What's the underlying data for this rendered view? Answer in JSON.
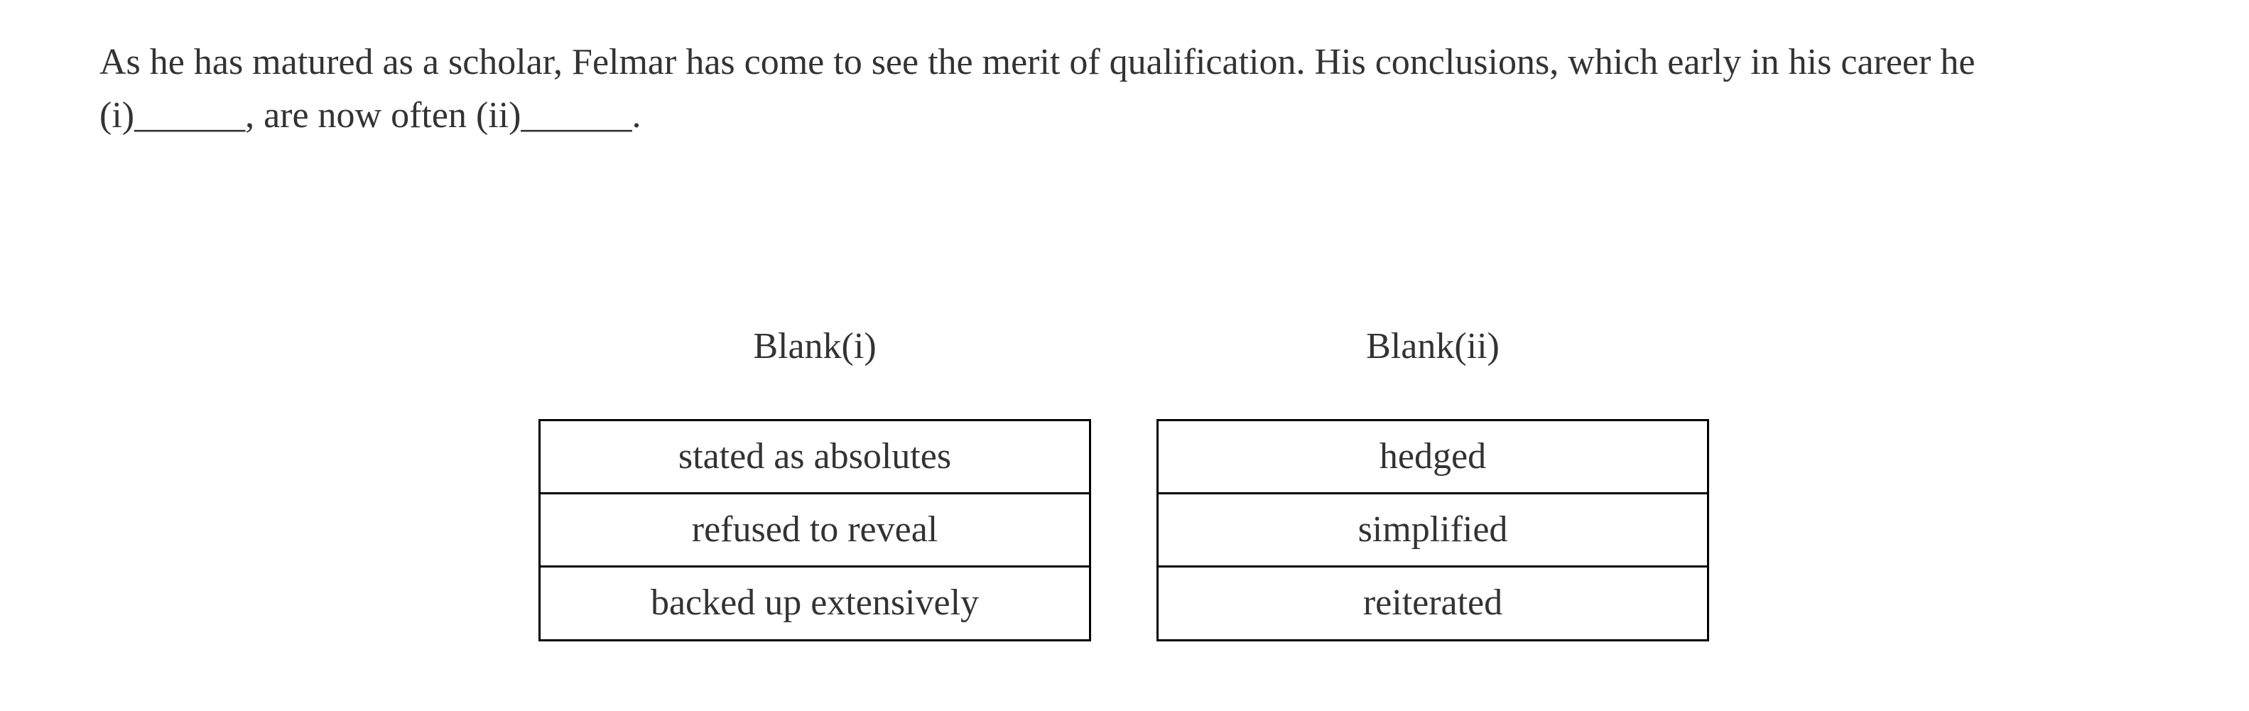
{
  "question": {
    "text": "As he has matured as a scholar, Felmar has come to see the merit of qualification. His conclusions, which early in his career he (i)______, are now often (ii)______."
  },
  "blanks": [
    {
      "header": "Blank(i)",
      "choices": [
        {
          "label": "stated as absolutes"
        },
        {
          "label": "refused to reveal"
        },
        {
          "label": "backed up extensively"
        }
      ]
    },
    {
      "header": "Blank(ii)",
      "choices": [
        {
          "label": "hedged"
        },
        {
          "label": "simplified"
        },
        {
          "label": "reiterated"
        }
      ]
    }
  ],
  "colors": {
    "text": "#333333",
    "border": "#000000",
    "background": "#ffffff"
  }
}
